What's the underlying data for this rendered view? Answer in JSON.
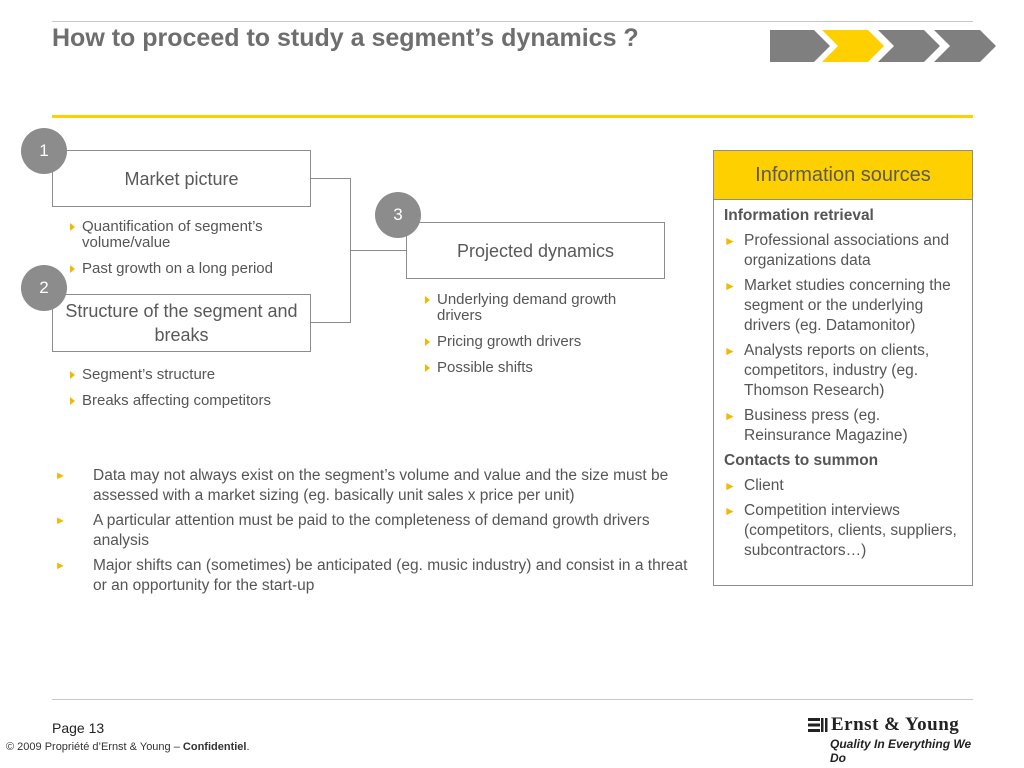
{
  "title": "How to proceed to study a segment’s dynamics ?",
  "progress": {
    "total_steps": 4,
    "active_step": 2,
    "active_color": "#ffd000",
    "inactive_color": "#7f7f7f"
  },
  "boxes": {
    "market_picture": {
      "number": "1",
      "label": "Market picture",
      "bullets": [
        "Quantification of segment’s volume/value",
        "Past growth on a long period"
      ]
    },
    "structure": {
      "number": "2",
      "label": "Structure of the segment and breaks",
      "bullets": [
        "Segment’s structure",
        "Breaks affecting competitors"
      ]
    },
    "projected": {
      "number": "3",
      "label": "Projected dynamics",
      "bullets": [
        "Underlying demand growth drivers",
        "Pricing growth drivers",
        "Possible shifts"
      ]
    }
  },
  "points": [
    "Data may not always exist on the segment’s volume and value and the size must be assessed with a market sizing (eg. basically unit sales x price per unit)",
    "A particular attention must be paid to the completeness of demand growth drivers analysis",
    "Major shifts can (sometimes) be anticipated (eg. music industry) and consist in a threat or an opportunity for the start-up"
  ],
  "info_sources": {
    "title": "Information sources",
    "sections": [
      {
        "heading": "Information retrieval",
        "items": [
          "Professional associations and organizations data",
          "Market studies concerning the segment or the underlying drivers (eg. Datamonitor)",
          "Analysts reports on clients, competitors, industry (eg. Thomson Research)",
          "Business press (eg. Reinsurance Magazine)"
        ]
      },
      {
        "heading": "Contacts to summon",
        "items": [
          "Client",
          "Competition interviews (competitors, clients, suppliers, subcontractors…)"
        ]
      }
    ]
  },
  "footer": {
    "page": "Page 13",
    "copyright_prefix": "© 2009 Propriété d’Ernst & Young – ",
    "copyright_bold": "Confidentiel",
    "copyright_suffix": "."
  },
  "logo": {
    "name": "Ernst & Young",
    "tagline": "Quality In Everything We Do"
  },
  "colors": {
    "accent": "#ffd000",
    "bullet": "#f3b800",
    "grey": "#8c8c8c"
  }
}
